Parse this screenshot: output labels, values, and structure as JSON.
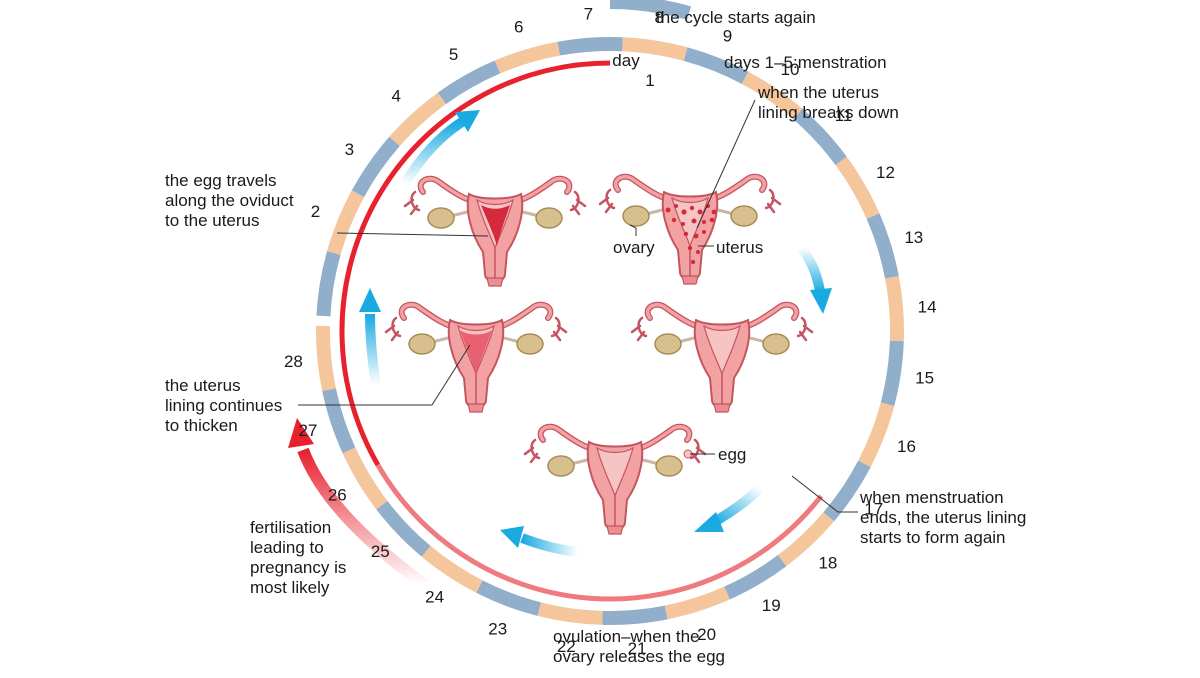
{
  "day_numbers": [
    "1",
    "2",
    "3",
    "4",
    "5",
    "6",
    "7",
    "8",
    "9",
    "10",
    "11",
    "12",
    "13",
    "14",
    "15",
    "16",
    "17",
    "18",
    "19",
    "20",
    "21",
    "22",
    "23",
    "24",
    "25",
    "26",
    "27",
    "28"
  ],
  "day_word": "day",
  "labels": {
    "cycle_restart": "the cycle starts again",
    "menstruation": "days 1–5:menstration",
    "lining_breaks": [
      "when the uterus",
      "lining breaks down"
    ],
    "egg_travels": [
      "the egg travels",
      "along the oviduct",
      "to the uterus"
    ],
    "ovary": "ovary",
    "uterus": "uterus",
    "lining_thickens": [
      "the uterus",
      "lining continues",
      "to thicken"
    ],
    "egg": "egg",
    "menstruation_ends": [
      "when menstruation",
      "ends, the uterus lining",
      "starts to form again"
    ],
    "fertilisation": [
      "fertilisation",
      "leading to",
      "pregnancy is",
      "most likely"
    ],
    "ovulation": [
      "ovulation–when the",
      "ovary releases the egg"
    ]
  },
  "colors": {
    "segment_blue": "#91aeca",
    "segment_peach": "#f5c69c",
    "lining_red": "#e8212f",
    "lining_pink": "#ef7a7f",
    "arrow_cyan": "#1aa9e1",
    "uterus_pink": "#f2a2a3",
    "uterus_outline": "#c45561",
    "ovary_tan": "#d8c08e"
  }
}
